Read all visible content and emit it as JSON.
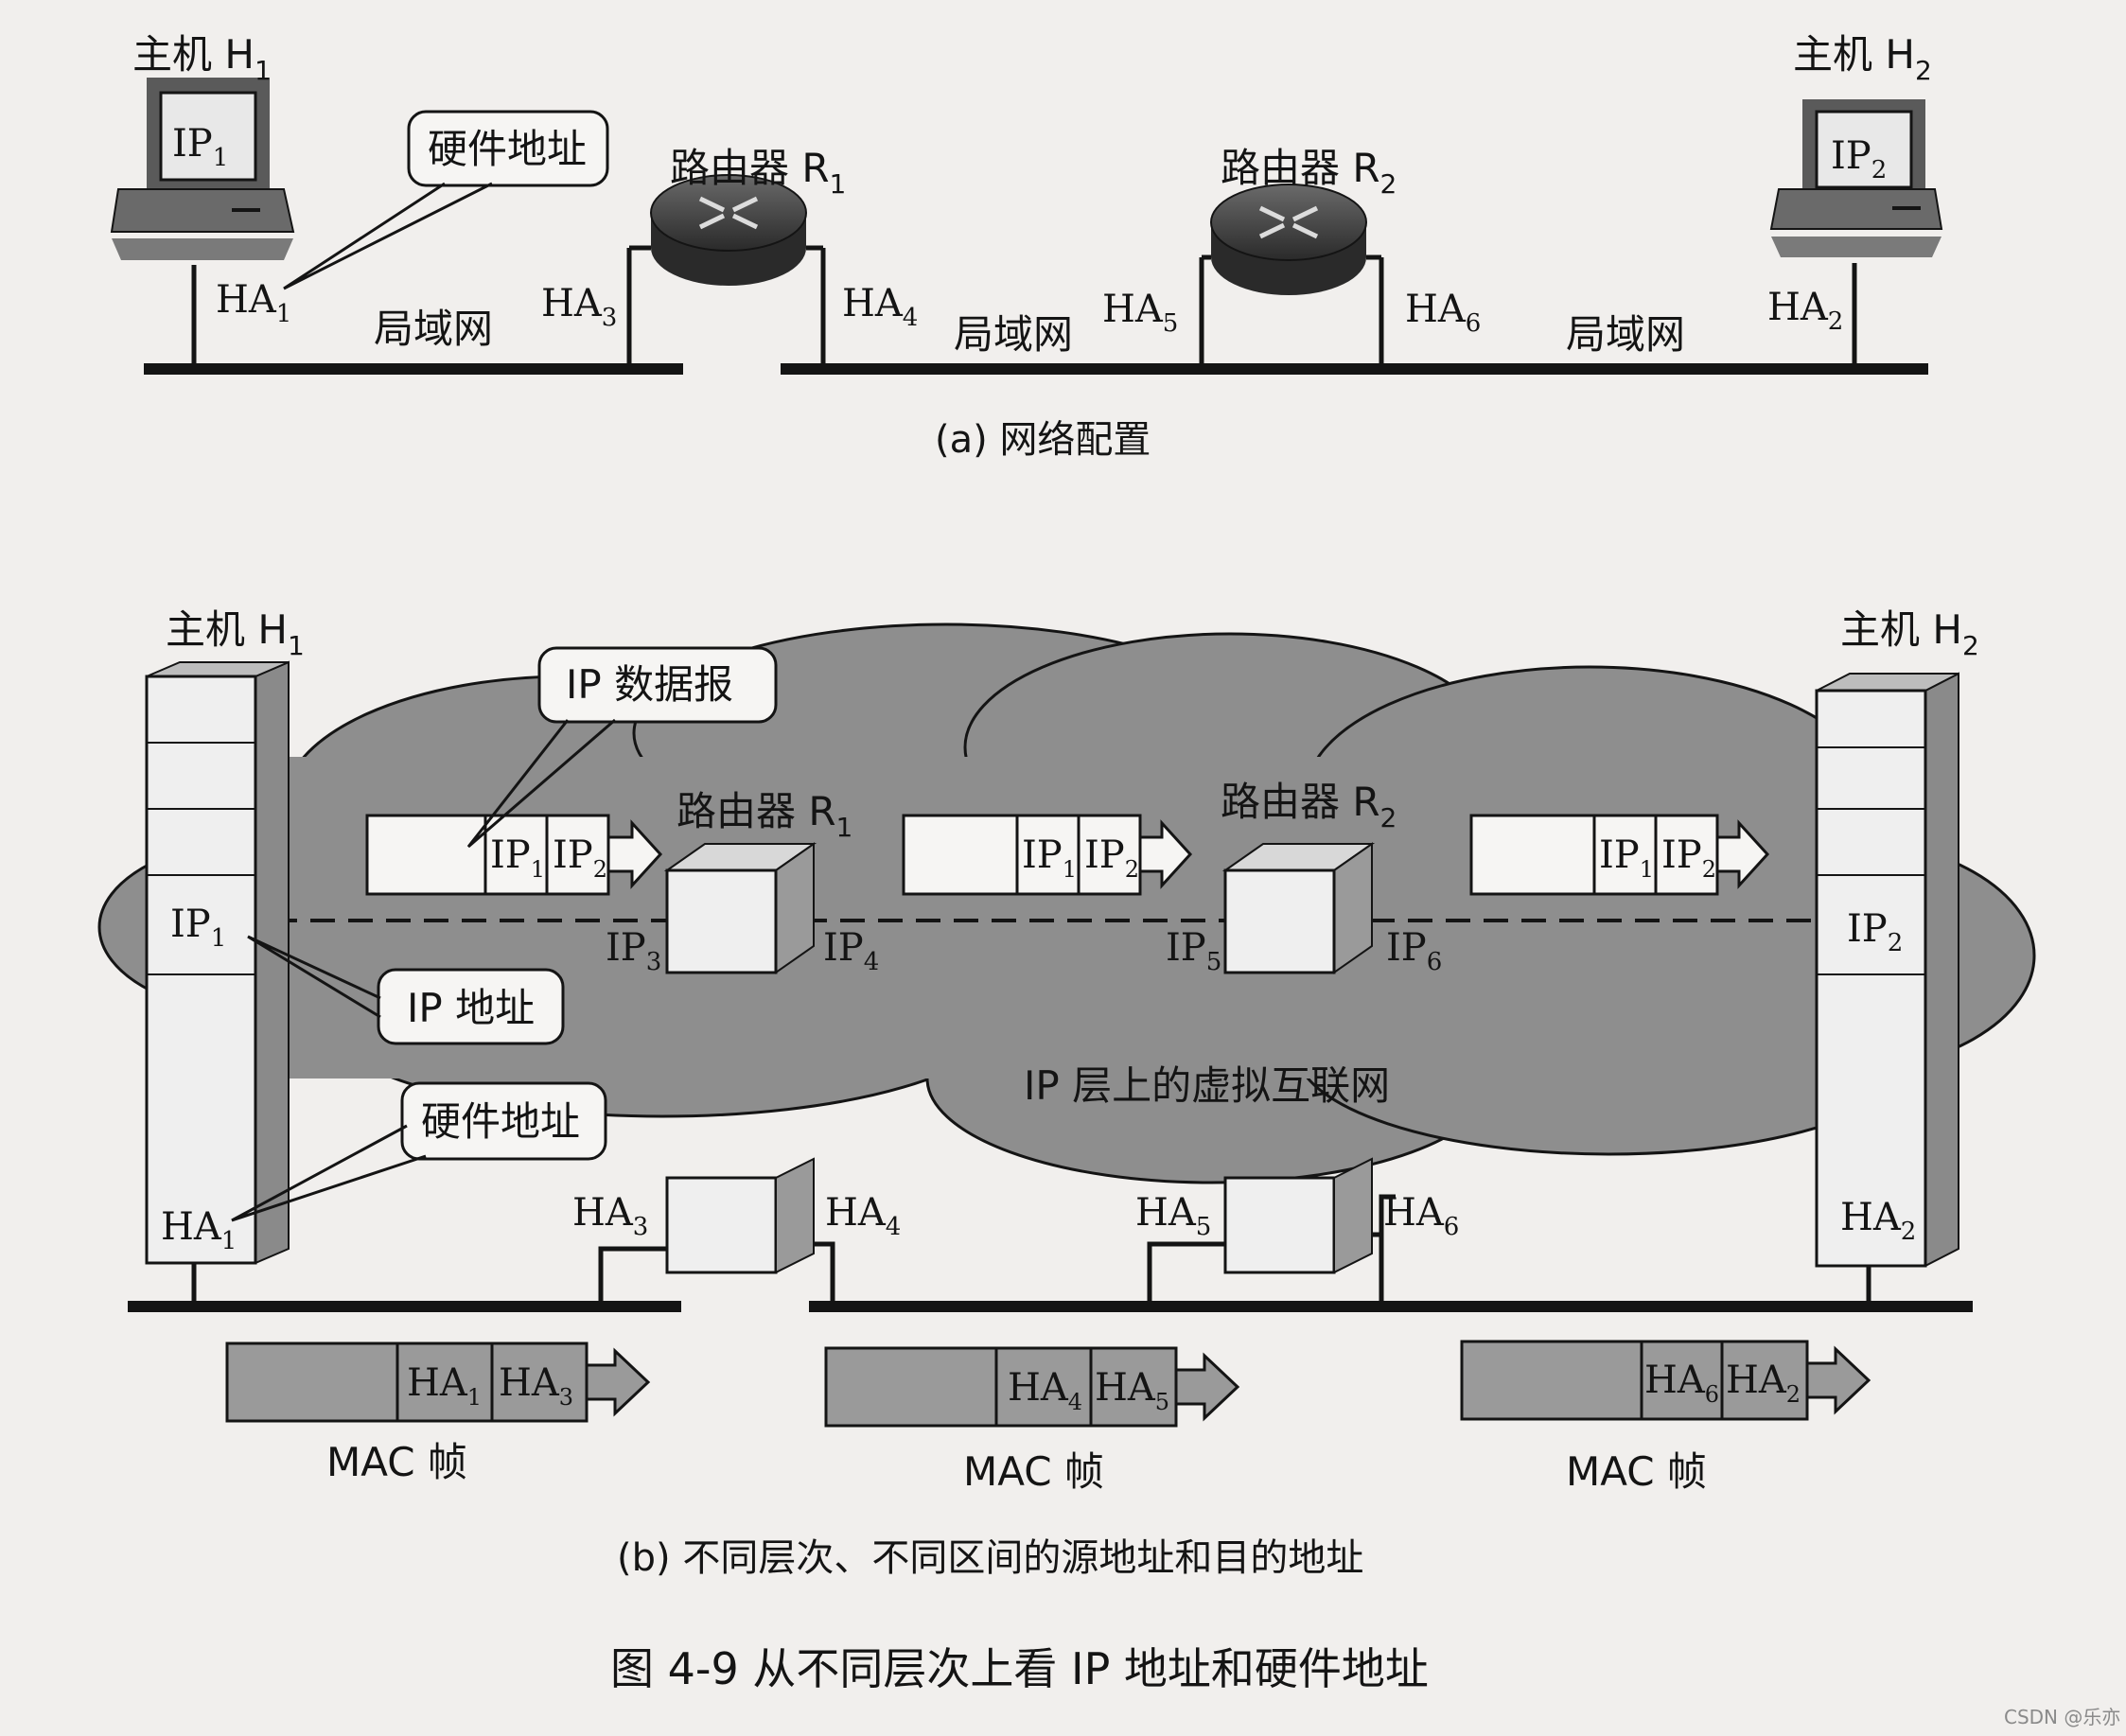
{
  "part_a": {
    "host1": {
      "label": "主机 H",
      "sub": "1",
      "ip": "IP",
      "ip_sub": "1",
      "ha": "HA",
      "ha_sub": "1"
    },
    "host2": {
      "label": "主机 H",
      "sub": "2",
      "ip": "IP",
      "ip_sub": "2",
      "ha": "HA",
      "ha_sub": "2"
    },
    "router1": {
      "label": "路由器 R",
      "sub": "1",
      "ha_left": "HA",
      "ha_left_sub": "3",
      "ha_right": "HA",
      "ha_right_sub": "4"
    },
    "router2": {
      "label": "路由器 R",
      "sub": "2",
      "ha_left": "HA",
      "ha_left_sub": "5",
      "ha_right": "HA",
      "ha_right_sub": "6"
    },
    "callout_hw": "硬件地址",
    "lan_label": "局域网",
    "caption": "(a) 网络配置"
  },
  "part_b": {
    "host1": {
      "label": "主机 H",
      "sub": "1",
      "ip": "IP",
      "ip_sub": "1",
      "ha": "HA",
      "ha_sub": "1"
    },
    "host2": {
      "label": "主机 H",
      "sub": "2",
      "ip": "IP",
      "ip_sub": "2",
      "ha": "HA",
      "ha_sub": "2"
    },
    "router1": {
      "label": "路由器 R",
      "sub": "1",
      "ip_left": "IP",
      "ip_left_sub": "3",
      "ip_right": "IP",
      "ip_right_sub": "4",
      "ha_left": "HA",
      "ha_left_sub": "3",
      "ha_right": "HA",
      "ha_right_sub": "4"
    },
    "router2": {
      "label": "路由器 R",
      "sub": "2",
      "ip_left": "IP",
      "ip_left_sub": "5",
      "ip_right": "IP",
      "ip_right_sub": "6",
      "ha_left": "HA",
      "ha_left_sub": "5",
      "ha_right": "HA",
      "ha_right_sub": "6"
    },
    "callout_datagram": "IP 数据报",
    "callout_ip": "IP 地址",
    "callout_hw": "硬件地址",
    "cloud_label": "IP 层上的虚拟互联网",
    "datagram_fields": [
      {
        "a": "IP",
        "a_sub": "1",
        "b": "IP",
        "b_sub": "2"
      },
      {
        "a": "IP",
        "a_sub": "1",
        "b": "IP",
        "b_sub": "2"
      },
      {
        "a": "IP",
        "a_sub": "1",
        "b": "IP",
        "b_sub": "2"
      }
    ],
    "mac_frames": [
      {
        "a": "HA",
        "a_sub": "1",
        "b": "HA",
        "b_sub": "3",
        "label": "MAC 帧"
      },
      {
        "a": "HA",
        "a_sub": "4",
        "b": "HA",
        "b_sub": "5",
        "label": "MAC 帧"
      },
      {
        "a": "HA",
        "a_sub": "6",
        "b": "HA",
        "b_sub": "2",
        "label": "MAC 帧"
      }
    ],
    "caption": "(b) 不同层次、不同区间的源地址和目的地址"
  },
  "figure_title": "图 4-9    从不同层次上看 IP 地址和硬件地址",
  "watermark": "CSDN @乐亦",
  "colors": {
    "paper": "#f1efed",
    "cloud": "#8e8e8e",
    "ink": "#141414",
    "frame_fill": "#9a9a9a"
  }
}
